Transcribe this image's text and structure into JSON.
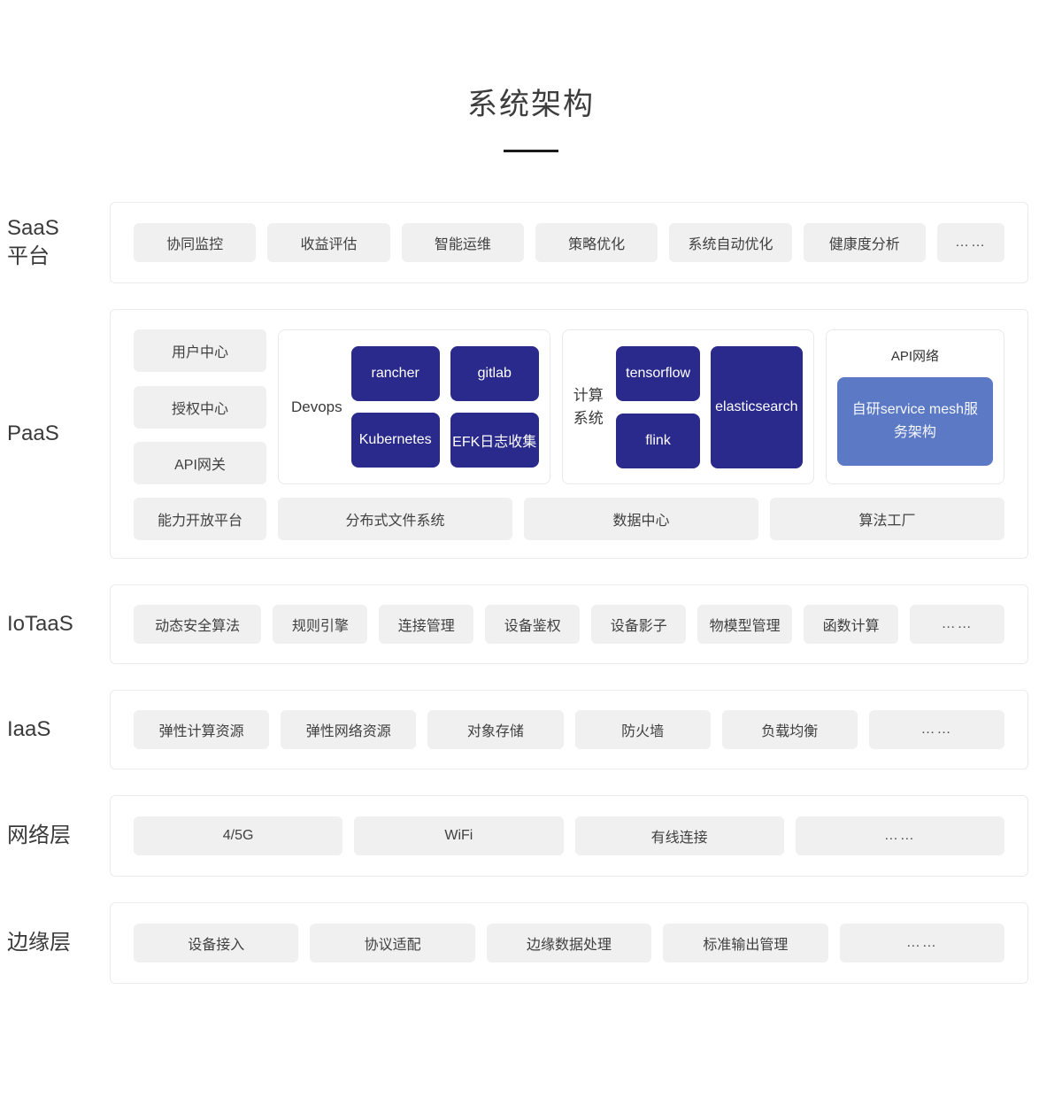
{
  "page": {
    "title": "系统架构"
  },
  "colors": {
    "dark_blue": "#2a2a8c",
    "light_blue": "#5b79c4",
    "chip_bg": "#f0f0f0"
  },
  "layers": {
    "saas": {
      "label_lines": [
        "SaaS",
        "平台"
      ],
      "items": [
        "协同监控",
        "收益评估",
        "智能运维",
        "策略优化",
        "系统自动优化",
        "健康度分析",
        "……"
      ]
    },
    "paas": {
      "label_lines": [
        "PaaS"
      ],
      "left_items": [
        "用户中心",
        "授权中心",
        "API网关"
      ],
      "devops": {
        "label": "Devops",
        "items": [
          "rancher",
          "gitlab",
          "Kubernetes",
          "EFK日志收集"
        ]
      },
      "compute": {
        "label": "计算系统",
        "items": [
          "tensorflow",
          "flink",
          "elasticsearch"
        ]
      },
      "api_network": {
        "label": "API网络",
        "item": "自研service mesh服务架构"
      },
      "bottom_items": [
        "能力开放平台",
        "分布式文件系统",
        "数据中心",
        "算法工厂"
      ]
    },
    "iotaas": {
      "label_lines": [
        "IoTaaS"
      ],
      "items": [
        "动态安全算法",
        "规则引擎",
        "连接管理",
        "设备鉴权",
        "设备影子",
        "物模型管理",
        "函数计算",
        "……"
      ]
    },
    "iaas": {
      "label_lines": [
        "IaaS"
      ],
      "items": [
        "弹性计算资源",
        "弹性网络资源",
        "对象存储",
        "防火墙",
        "负载均衡",
        "……"
      ]
    },
    "network": {
      "label_lines": [
        "网络层"
      ],
      "items": [
        "4/5G",
        "WiFi",
        "有线连接",
        "……"
      ]
    },
    "edge": {
      "label_lines": [
        "边缘层"
      ],
      "items": [
        "设备接入",
        "协议适配",
        "边缘数据处理",
        "标准输出管理",
        "……"
      ]
    }
  }
}
